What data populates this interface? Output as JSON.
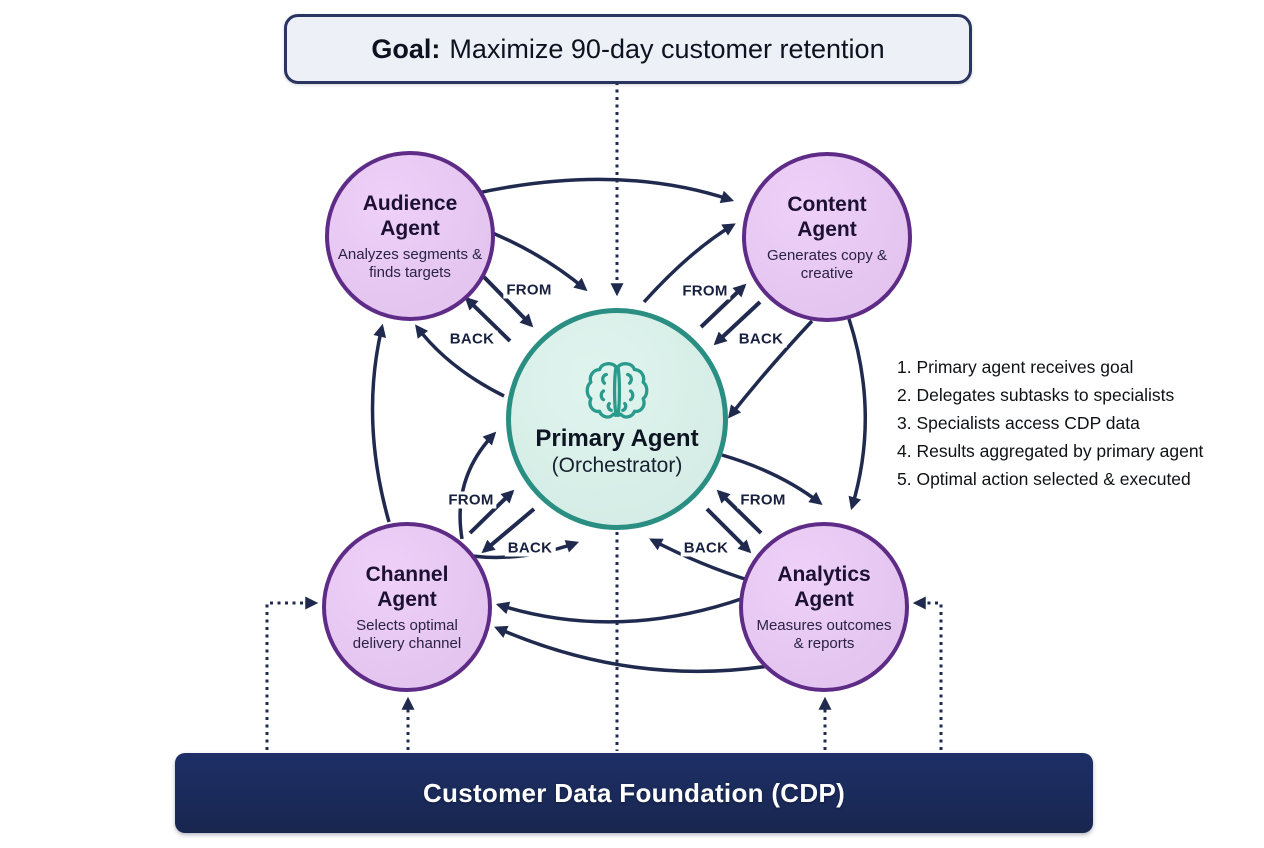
{
  "goal": {
    "prefix": "Goal:",
    "text": "Maximize 90-day customer retention"
  },
  "center": {
    "title": "Primary Agent",
    "subtitle": "(Orchestrator)",
    "icon": "brain-icon"
  },
  "agents": [
    {
      "id": "audience",
      "title": "Audience Agent",
      "description": "Analyzes segments & finds targets"
    },
    {
      "id": "content",
      "title": "Content Agent",
      "description": "Generates copy & creative"
    },
    {
      "id": "channel",
      "title": "Channel Agent",
      "description": "Selects optimal delivery channel"
    },
    {
      "id": "analytics",
      "title": "Analytics Agent",
      "description": "Measures outcomes & reports"
    }
  ],
  "labels": {
    "from": "FROM",
    "back": "BACK"
  },
  "steps": [
    "1. Primary agent receives goal",
    "2. Delegates subtasks to specialists",
    "3. Specialists access CDP data",
    "4. Results aggregated by primary agent",
    "5. Optimal action selected & executed"
  ],
  "cdp": {
    "label": "Customer Data Foundation (CDP)"
  },
  "colors": {
    "arrow": "#1f2a4e",
    "agent_fill": "#e3c5f0",
    "agent_border": "#5e2b86",
    "center_fill": "#d5ede6",
    "center_border": "#2a8f82",
    "brain": "#2a9a8c",
    "goal_fill": "#edf0f6",
    "goal_border": "#2a3560",
    "cdp_fill": "#18264f"
  }
}
